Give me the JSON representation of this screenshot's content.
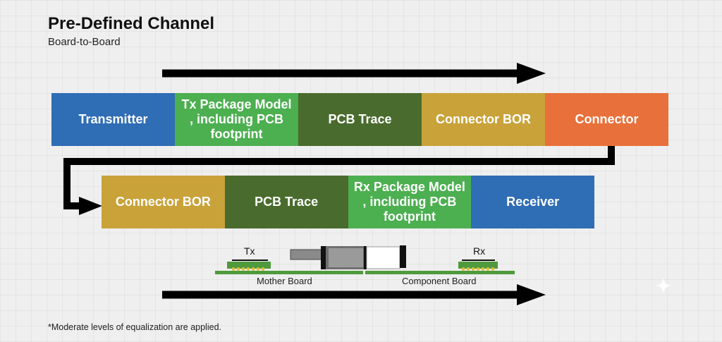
{
  "header": {
    "title": "Pre-Defined Channel",
    "subtitle": "Board-to-Board"
  },
  "row1": [
    {
      "label": "Transmitter",
      "color": "#2f6db5"
    },
    {
      "label": "Tx Package Model , including PCB footprint",
      "color": "#4caf50"
    },
    {
      "label": "PCB Trace",
      "color": "#4a6b2e"
    },
    {
      "label": "Connector BOR",
      "color": "#c9a23a"
    },
    {
      "label": "Connector",
      "color": "#e8703a"
    }
  ],
  "row2": [
    {
      "label": "Connector BOR",
      "color": "#c9a23a"
    },
    {
      "label": "PCB Trace",
      "color": "#4a6b2e"
    },
    {
      "label": "Rx Package Model , including PCB footprint",
      "color": "#4caf50"
    },
    {
      "label": "Receiver",
      "color": "#2f6db5"
    }
  ],
  "illustration": {
    "tx_label": "Tx",
    "rx_label": "Rx",
    "mother_board_label": "Mother Board",
    "component_board_label": "Component Board",
    "board_color": "#4f9a3c",
    "pad_color": "#e0c040"
  },
  "footnote": "*Moderate levels of equalization are applied."
}
